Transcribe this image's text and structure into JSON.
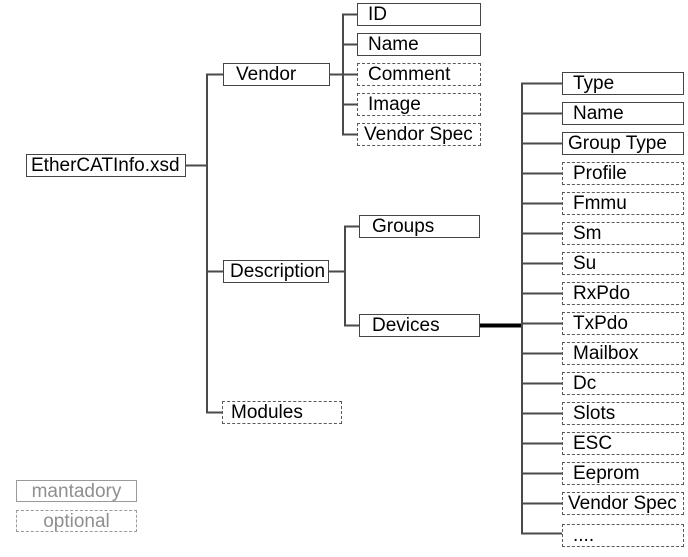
{
  "colors": {
    "background": "#ffffff",
    "text": "#000000",
    "solid_border": "#454545",
    "dashed_border": "#5a5a5a",
    "connector": "#4a4a4a",
    "thick_connector": "#000000",
    "legend_gray": "#8f8f8f"
  },
  "tree": {
    "root": {
      "label": "EtherCATInfo.xsd"
    },
    "level1": {
      "vendor": {
        "label": "Vendor",
        "optional": false
      },
      "description": {
        "label": "Description",
        "optional": false
      },
      "modules": {
        "label": "Modules",
        "optional": true
      }
    },
    "vendor_children": [
      {
        "label": "ID",
        "optional": false
      },
      {
        "label": "Name",
        "optional": false
      },
      {
        "label": "Comment",
        "optional": true
      },
      {
        "label": "Image",
        "optional": true
      },
      {
        "label": "Vendor Spec",
        "optional": true
      }
    ],
    "description_children": [
      {
        "label": "Groups",
        "optional": false
      },
      {
        "label": "Devices",
        "optional": false
      }
    ],
    "devices_children": [
      {
        "label": "Type",
        "optional": false
      },
      {
        "label": "Name",
        "optional": false
      },
      {
        "label": "Group Type",
        "optional": false
      },
      {
        "label": "Profile",
        "optional": true
      },
      {
        "label": "Fmmu",
        "optional": true
      },
      {
        "label": "Sm",
        "optional": true
      },
      {
        "label": "Su",
        "optional": true
      },
      {
        "label": "RxPdo",
        "optional": true
      },
      {
        "label": "TxPdo",
        "optional": true
      },
      {
        "label": "Mailbox",
        "optional": true
      },
      {
        "label": "Dc",
        "optional": true
      },
      {
        "label": "Slots",
        "optional": true
      },
      {
        "label": "ESC",
        "optional": true
      },
      {
        "label": "Eeprom",
        "optional": true
      },
      {
        "label": "Vendor Spec",
        "optional": true
      },
      {
        "label": "....",
        "optional": true
      }
    ],
    "legend": {
      "mandatory": {
        "label": "mantadory"
      },
      "optional": {
        "label": "optional"
      }
    }
  }
}
